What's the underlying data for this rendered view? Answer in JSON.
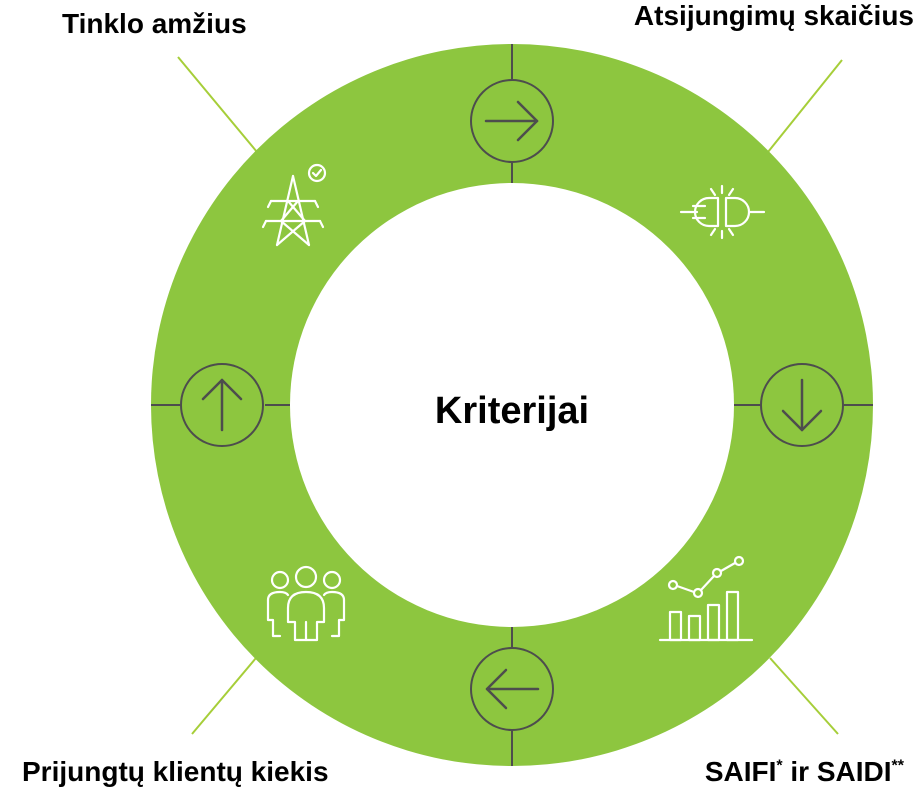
{
  "center_title": "Kriterijai",
  "labels": {
    "top_left": "Tinklo amžius",
    "top_right": "Atsijungimų skaičius",
    "bottom_left": "Prijungtų klientų kiekis",
    "bottom_right_a": "SAIFI",
    "bottom_right_sup1": "*",
    "bottom_right_b": " ir SAIDI",
    "bottom_right_sup2": "**"
  },
  "icons": {
    "top_left": "power-tower-check-icon",
    "top_right": "unplugged-connector-icon",
    "bottom_left": "people-group-icon",
    "bottom_right": "growth-bar-chart-icon",
    "arrows": [
      "arrow-right-icon",
      "arrow-down-icon",
      "arrow-left-icon",
      "arrow-up-icon"
    ]
  },
  "colors": {
    "ring": "#8DC63F",
    "stroke": "#4D4D4D",
    "leader": "#A6CE39",
    "icon": "#ffffff"
  }
}
